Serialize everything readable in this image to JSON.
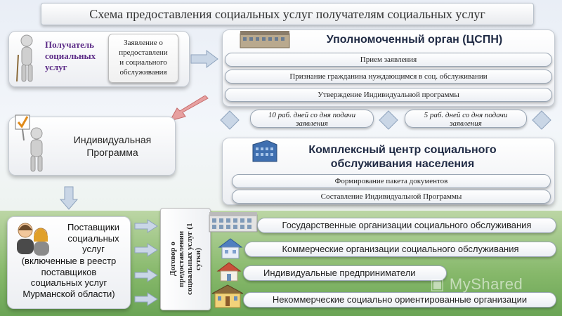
{
  "title": "Схема предоставления социальных услуг получателям социальных услуг",
  "recipient": {
    "label_1": "Получатель",
    "label_2": "социальных",
    "label_3": "услуг",
    "application_1": "Заявление о",
    "application_2": "предоставлени",
    "application_3": "и социального",
    "application_4": "обслуживания"
  },
  "authority": {
    "heading": "Уполномоченный орган (ЦСПН)",
    "steps": [
      "Прием заявления",
      "Признание гражданина нуждающимся в соц. обслуживании",
      "Утверждение Индивидуальной программы"
    ],
    "deadline_left_1": "10 раб. дней со дня подачи",
    "deadline_left_2": "заявления",
    "deadline_right_1": "5 раб. дней со дня подачи",
    "deadline_right_2": "заявления"
  },
  "program": {
    "line_1": "Индивидуальная",
    "line_2": "Программа"
  },
  "center": {
    "heading_1": "Комплексный центр социального",
    "heading_2": "обслуживания населения",
    "steps": [
      "Формирование пакета документов",
      "Составление Индивидуальной Программы"
    ]
  },
  "providers": {
    "line_1": "Поставщики",
    "line_2": "социальных",
    "line_3": "услуг",
    "line_4": "(включенные в реестр",
    "line_5": "поставщиков",
    "line_6": "социальных услуг",
    "line_7": "Мурманской области)"
  },
  "contract": {
    "line_1": "Договор о",
    "line_2": "предоставлении",
    "line_3": "социальных услуг (1",
    "line_4": "сутки)"
  },
  "organizations": [
    "Государственные организации социального обслуживания",
    "Коммерческие организации социального обслуживания",
    "Индивидуальные предприниматели",
    "Некоммерческие социально ориентированные организации"
  ],
  "watermark": "MyShared",
  "colors": {
    "purple": "#5b2a86",
    "navy": "#1f2a44",
    "arrow": "#c9d6e6"
  }
}
